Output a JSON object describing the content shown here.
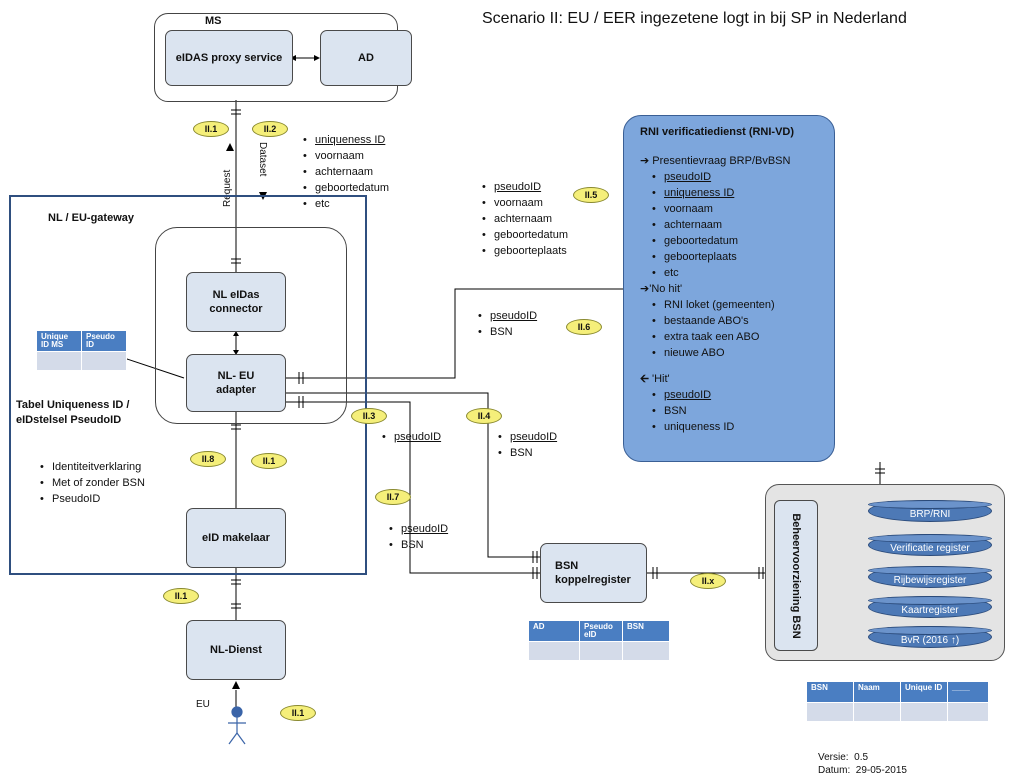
{
  "title": "Scenario II: EU / EER ingezetene logt in bij SP in Nederland",
  "ms": {
    "label": "MS",
    "proxy": "eIDAS proxy service",
    "ad": "AD"
  },
  "gateway": {
    "label": "NL / EU-gateway",
    "connector": "NL eIDas connector",
    "adapter": "NL- EU adapter",
    "makelaar": "eID makelaar"
  },
  "dienst": "NL-Dienst",
  "eu_label": "EU",
  "table_label": "Tabel Uniqueness ID / eIDstelsel PseudoID",
  "tables": {
    "gateway_table": [
      "Unique ID MS",
      "Pseudo ID"
    ],
    "koppel_table": [
      "AD",
      "Pseudo eID",
      "BSN"
    ],
    "reg_table": [
      "BSN",
      "Naam",
      "Unique ID",
      "____"
    ]
  },
  "arrows": {
    "request": "Request",
    "dataset": "Dataset"
  },
  "badges": {
    "b1": "II.1",
    "b2": "II.2",
    "b3": "II.3",
    "b4": "II.4",
    "b5": "II.5",
    "b6": "II.6",
    "b7": "II.7",
    "b8": "II.8",
    "b1b": "II.1",
    "b1c": "II.1",
    "b1d": "II.1",
    "bx": "II.x"
  },
  "lists": {
    "dataset": [
      "uniqueness ID",
      "voornaam",
      "achternaam",
      "geboortedatum",
      "etc"
    ],
    "ii5": [
      "pseudoID",
      "voornaam",
      "achternaam",
      "geboortedatum",
      "geboorteplaats"
    ],
    "ii6": [
      "pseudoID",
      "BSN"
    ],
    "ii3": [
      "pseudoID"
    ],
    "ii4": [
      "pseudoID",
      "BSN"
    ],
    "ii7": [
      "pseudoID",
      "BSN"
    ],
    "ii8": [
      "Identiteitverklaring",
      "Met of zonder BSN",
      "PseudoID"
    ]
  },
  "rni": {
    "title": "RNI verificatiedienst (RNI-VD)",
    "presentie": "Presentievraag BRP/BvBSN",
    "presentie_items": [
      "pseudoID",
      "uniqueness ID",
      "voornaam",
      "achternaam",
      "geboortedatum",
      "geboorteplaats",
      "etc"
    ],
    "nohit": "'No hit'",
    "nohit_items": [
      "RNI loket (gemeenten)",
      "bestaande ABO's",
      "extra taak een ABO",
      "nieuwe ABO"
    ],
    "hit": "'Hit'",
    "hit_items": [
      "pseudoID",
      "BSN",
      "uniqueness ID"
    ]
  },
  "koppel": "BSN koppelregister",
  "beheer": "Beheervoorziening BSN",
  "registers": [
    "BRP/RNI",
    "Verificatie register",
    "Rijbewijsregister",
    "Kaartregister",
    "BvR (2016 ↑)"
  ],
  "version": {
    "versie_label": "Versie:",
    "versie": "0.5",
    "datum_label": "Datum:",
    "datum": "29-05-2015"
  }
}
